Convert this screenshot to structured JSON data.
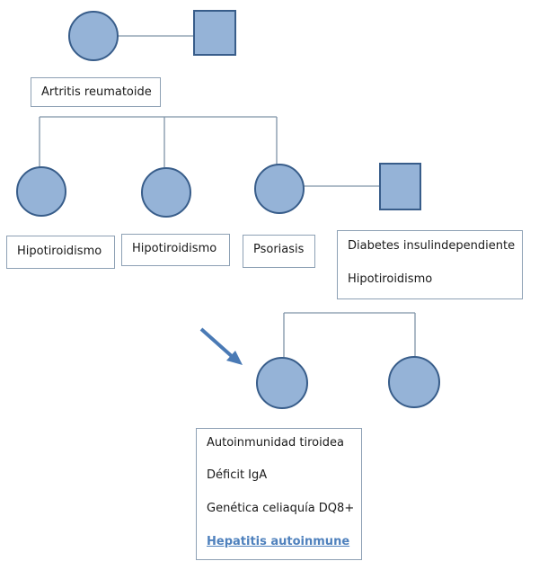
{
  "colors": {
    "node_fill": "#95b3d7",
    "node_stroke": "#385d8a",
    "connector": "#7f93a8",
    "arrow": "#4a7ab5",
    "highlight_text": "#4f81bd"
  },
  "generation1": {
    "label": "Artritis reumatoide"
  },
  "generation2": {
    "children_labels": [
      "Hipotiroidismo",
      "Hipotiroidismo",
      "Psoriasis"
    ],
    "spouse_conditions": [
      "Diabetes insulindependiente",
      "Hipotiroidismo"
    ]
  },
  "generation3": {
    "proband_conditions": [
      "Autoinmunidad tiroidea",
      "Déficit IgA",
      "Genética celiaquía DQ8+",
      "Hepatitis autoinmune"
    ]
  }
}
